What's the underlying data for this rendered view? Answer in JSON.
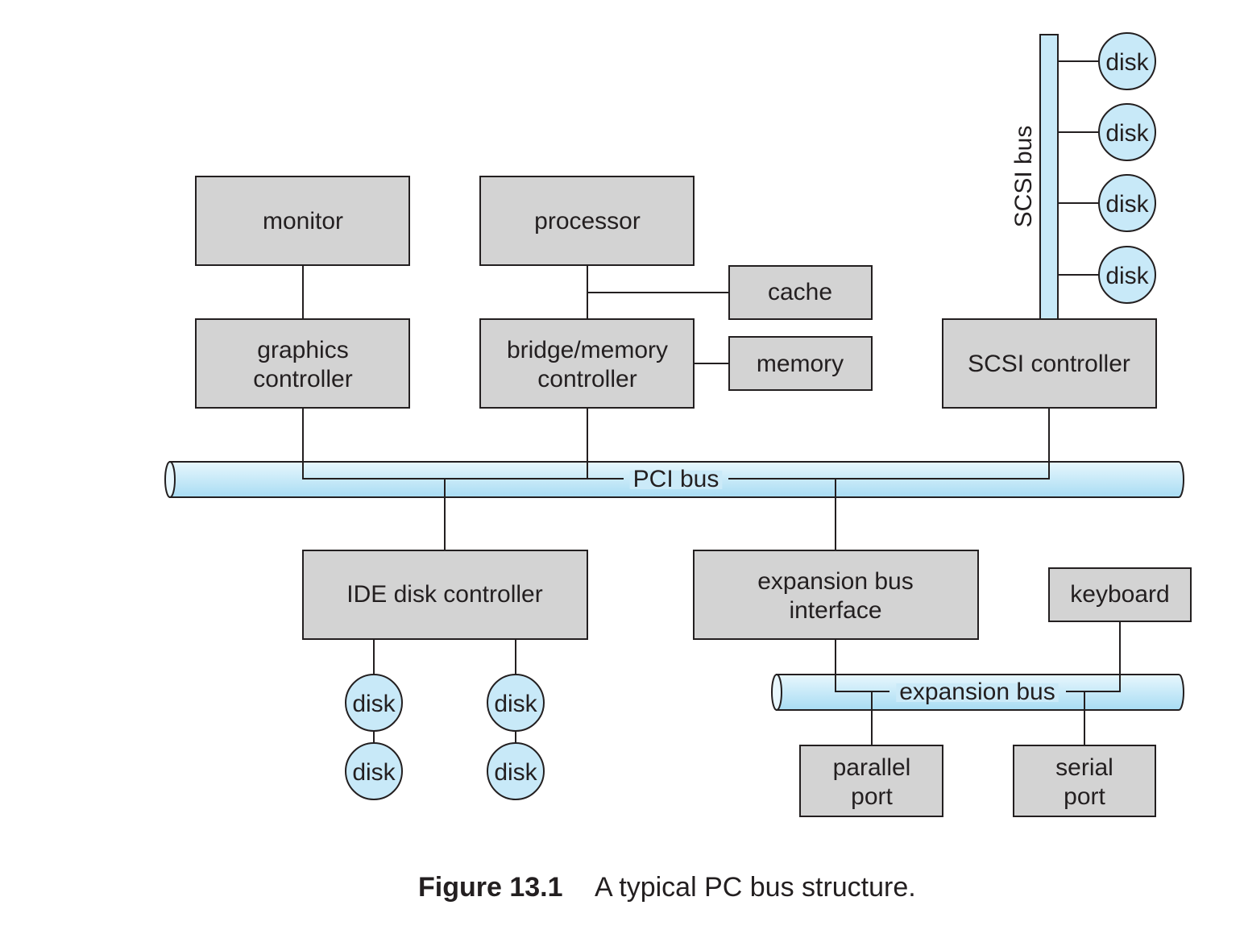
{
  "colors": {
    "box_fill": "#d3d3d3",
    "bus_fill_light": "#e8f7fd",
    "bus_fill_dark": "#a8dcf3",
    "disk_fill": "#c8e9f8",
    "stroke": "#231f20"
  },
  "components": {
    "monitor": [
      "monitor"
    ],
    "processor": [
      "processor"
    ],
    "cache": [
      "cache"
    ],
    "graphics_controller": [
      "graphics",
      "controller"
    ],
    "bridge_memory_controller": [
      "bridge/memory",
      "controller"
    ],
    "memory": [
      "memory"
    ],
    "scsi_controller": [
      "SCSI controller"
    ],
    "ide_disk_controller": [
      "IDE disk controller"
    ],
    "expansion_bus_interface": [
      "expansion bus",
      "interface"
    ],
    "keyboard": [
      "keyboard"
    ],
    "parallel_port": [
      "parallel",
      "port"
    ],
    "serial_port": [
      "serial",
      "port"
    ]
  },
  "buses": {
    "pci": "PCI bus",
    "expansion": "expansion bus",
    "scsi": "SCSI bus"
  },
  "disk_label": "disk",
  "caption": {
    "number": "Figure 13.1",
    "text": "A typical PC bus structure."
  }
}
